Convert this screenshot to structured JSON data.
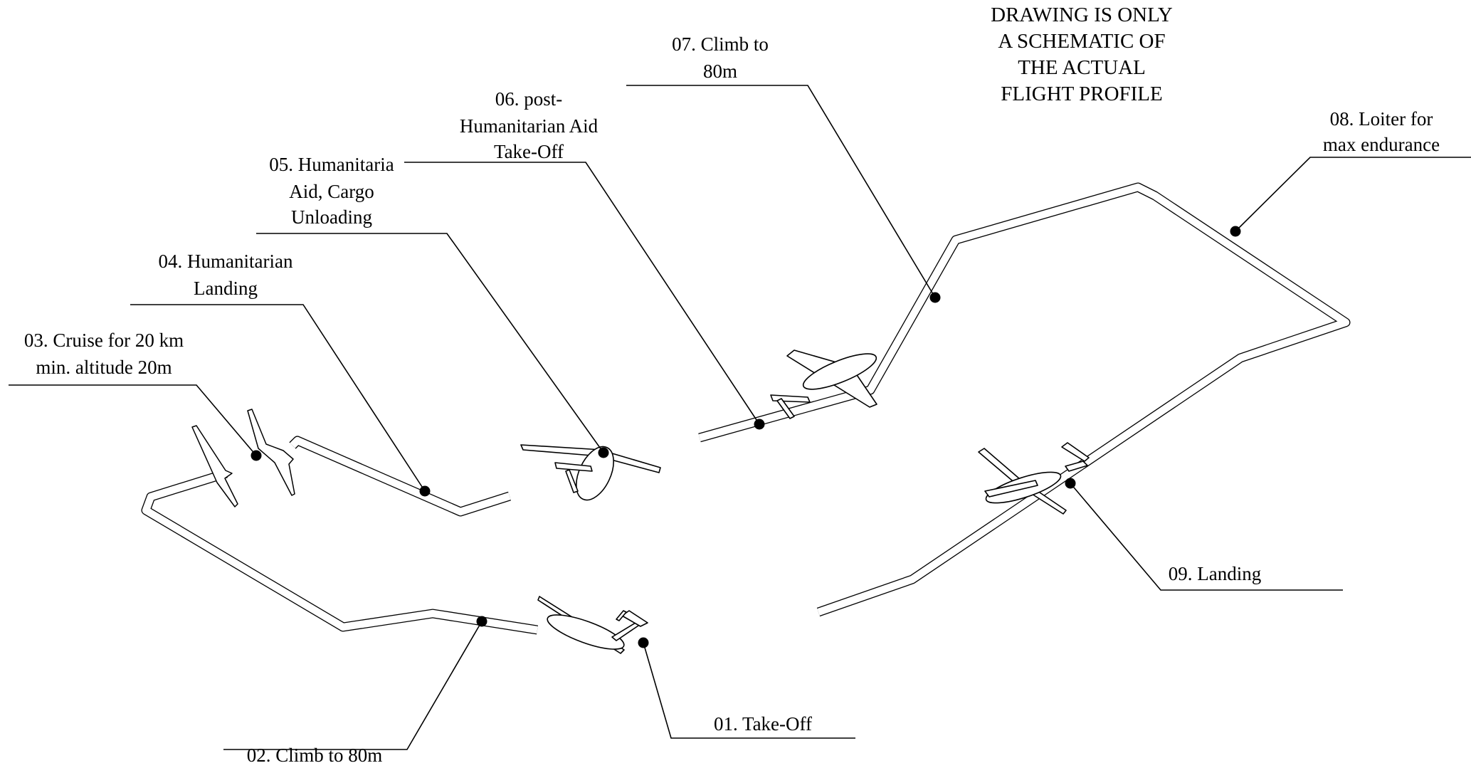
{
  "note": [
    "DRAWING IS ONLY",
    "A SCHEMATIC OF",
    "THE ACTUAL",
    "FLIGHT PROFILE"
  ],
  "phases": [
    {
      "id": "01",
      "lines": [
        "01. Take-Off"
      ]
    },
    {
      "id": "02",
      "lines": [
        "02. Climb to 80m"
      ]
    },
    {
      "id": "03",
      "lines": [
        "03. Cruise for 20 km",
        "min. altitude 20m"
      ]
    },
    {
      "id": "04",
      "lines": [
        "04. Humanitarian",
        "Landing"
      ]
    },
    {
      "id": "05",
      "lines": [
        "05. Humanitaria",
        "Aid, Cargo",
        "Unloading"
      ]
    },
    {
      "id": "06",
      "lines": [
        "06. post-",
        "Humanitarian Aid",
        "Take-Off"
      ]
    },
    {
      "id": "07",
      "lines": [
        "07. Climb to",
        "80m"
      ]
    },
    {
      "id": "08",
      "lines": [
        "08. Loiter for",
        "max endurance"
      ]
    },
    {
      "id": "09",
      "lines": [
        "09. Landing"
      ]
    }
  ]
}
